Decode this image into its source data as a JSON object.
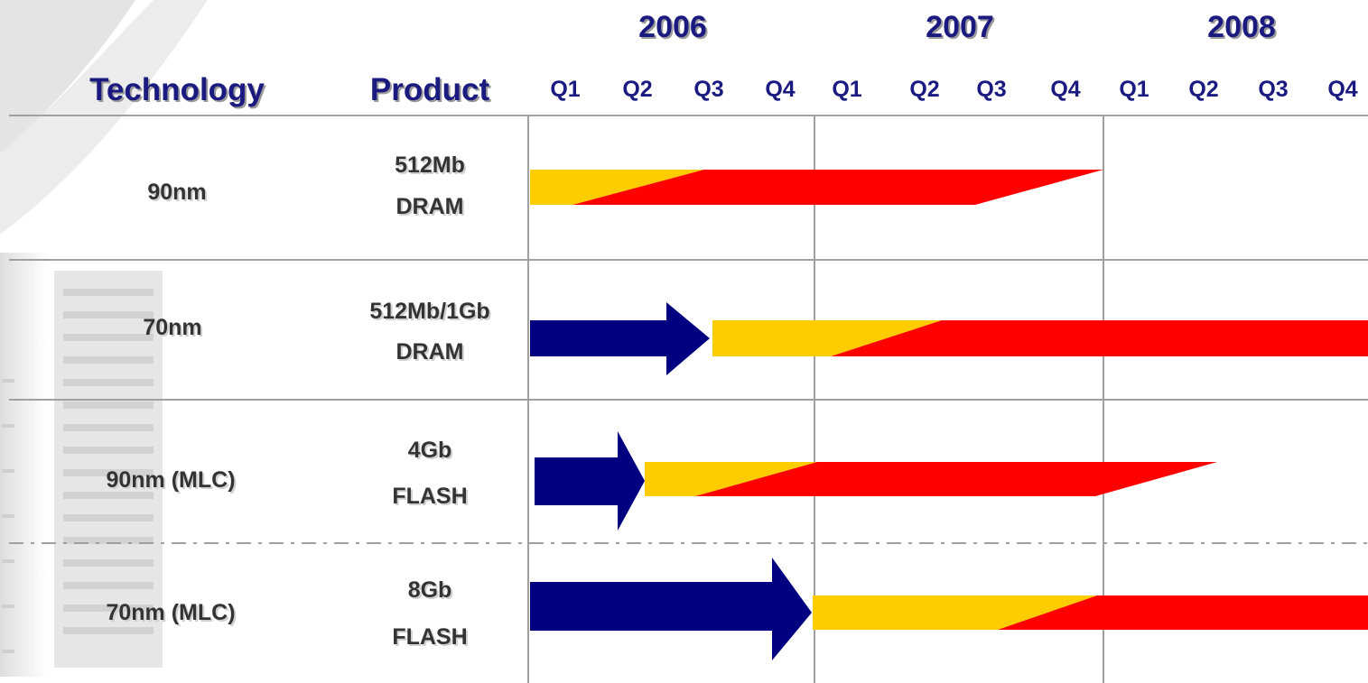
{
  "headers": {
    "technology": "Technology",
    "product": "Product"
  },
  "years": [
    {
      "label": "2006",
      "quarters": [
        "Q1",
        "Q2",
        "Q3",
        "Q4"
      ]
    },
    {
      "label": "2007",
      "quarters": [
        "Q1",
        "Q2",
        "Q3",
        "Q4"
      ]
    },
    {
      "label": "2008",
      "quarters": [
        "Q1",
        "Q2",
        "Q3",
        "Q4"
      ]
    }
  ],
  "rows": [
    {
      "technology": "90nm",
      "product_line1": "512Mb",
      "product_line2": "DRAM"
    },
    {
      "technology": "70nm",
      "product_line1": "512Mb/1Gb",
      "product_line2": "DRAM"
    },
    {
      "technology": "90nm (MLC)",
      "product_line1": "4Gb",
      "product_line2": "FLASH"
    },
    {
      "technology": "70nm (MLC)",
      "product_line1": "8Gb",
      "product_line2": "FLASH"
    }
  ],
  "colors": {
    "header_text": "#1a1a80",
    "development_arrow": "#000080",
    "ramp_up": "#ffcc00",
    "mass_production": "#ff0000",
    "grid_line": "#a0a0a0",
    "row_text": "#333333"
  }
}
